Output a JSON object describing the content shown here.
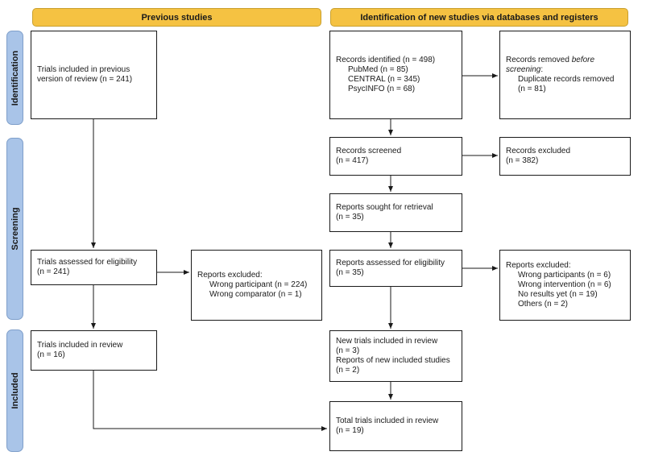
{
  "headers": {
    "previous": "Previous studies",
    "new": "Identification of new studies via databases and registers"
  },
  "stages": {
    "identification": "Identification",
    "screening": "Screening",
    "included": "Included"
  },
  "previous": {
    "trials_included_prev": [
      "Trials included in previous",
      "version of review (n = 241)"
    ],
    "trials_assessed": [
      "Trials assessed for eligibility",
      "(n = 241)"
    ],
    "reports_excluded_title": "Reports excluded:",
    "reports_excluded_items": [
      "Wrong participant (n = 224)",
      "Wrong comparator (n = 1)"
    ],
    "trials_in_review": [
      "Trials included in review",
      "(n = 16)"
    ]
  },
  "new": {
    "records_identified_title": "Records identified (n = 498)",
    "records_identified_items": [
      "PubMed (n = 85)",
      "CENTRAL (n = 345)",
      "PsycINFO (n = 68)"
    ],
    "records_removed_prefix": "Records removed ",
    "records_removed_emph": "before",
    "records_removed_line2": "screening",
    "records_removed_colon": ":",
    "records_removed_items": [
      "Duplicate records removed",
      "(n = 81)"
    ],
    "records_screened": [
      "Records screened",
      "(n = 417)"
    ],
    "records_excluded": [
      "Records excluded",
      "(n = 382)"
    ],
    "reports_sought": [
      "Reports sought for retrieval",
      "(n = 35)"
    ],
    "reports_assessed": [
      "Reports assessed for eligibility",
      "(n = 35)"
    ],
    "reports_excluded_title": "Reports excluded:",
    "reports_excluded_items": [
      "Wrong participants (n = 6)",
      "Wrong intervention (n = 6)",
      "No results yet (n = 19)",
      "Others (n = 2)"
    ],
    "new_trials": [
      "New trials included in review",
      "(n = 3)",
      "Reports of new included studies",
      "(n = 2)"
    ],
    "total_trials": [
      "Total trials included in review",
      "(n = 19)"
    ]
  }
}
